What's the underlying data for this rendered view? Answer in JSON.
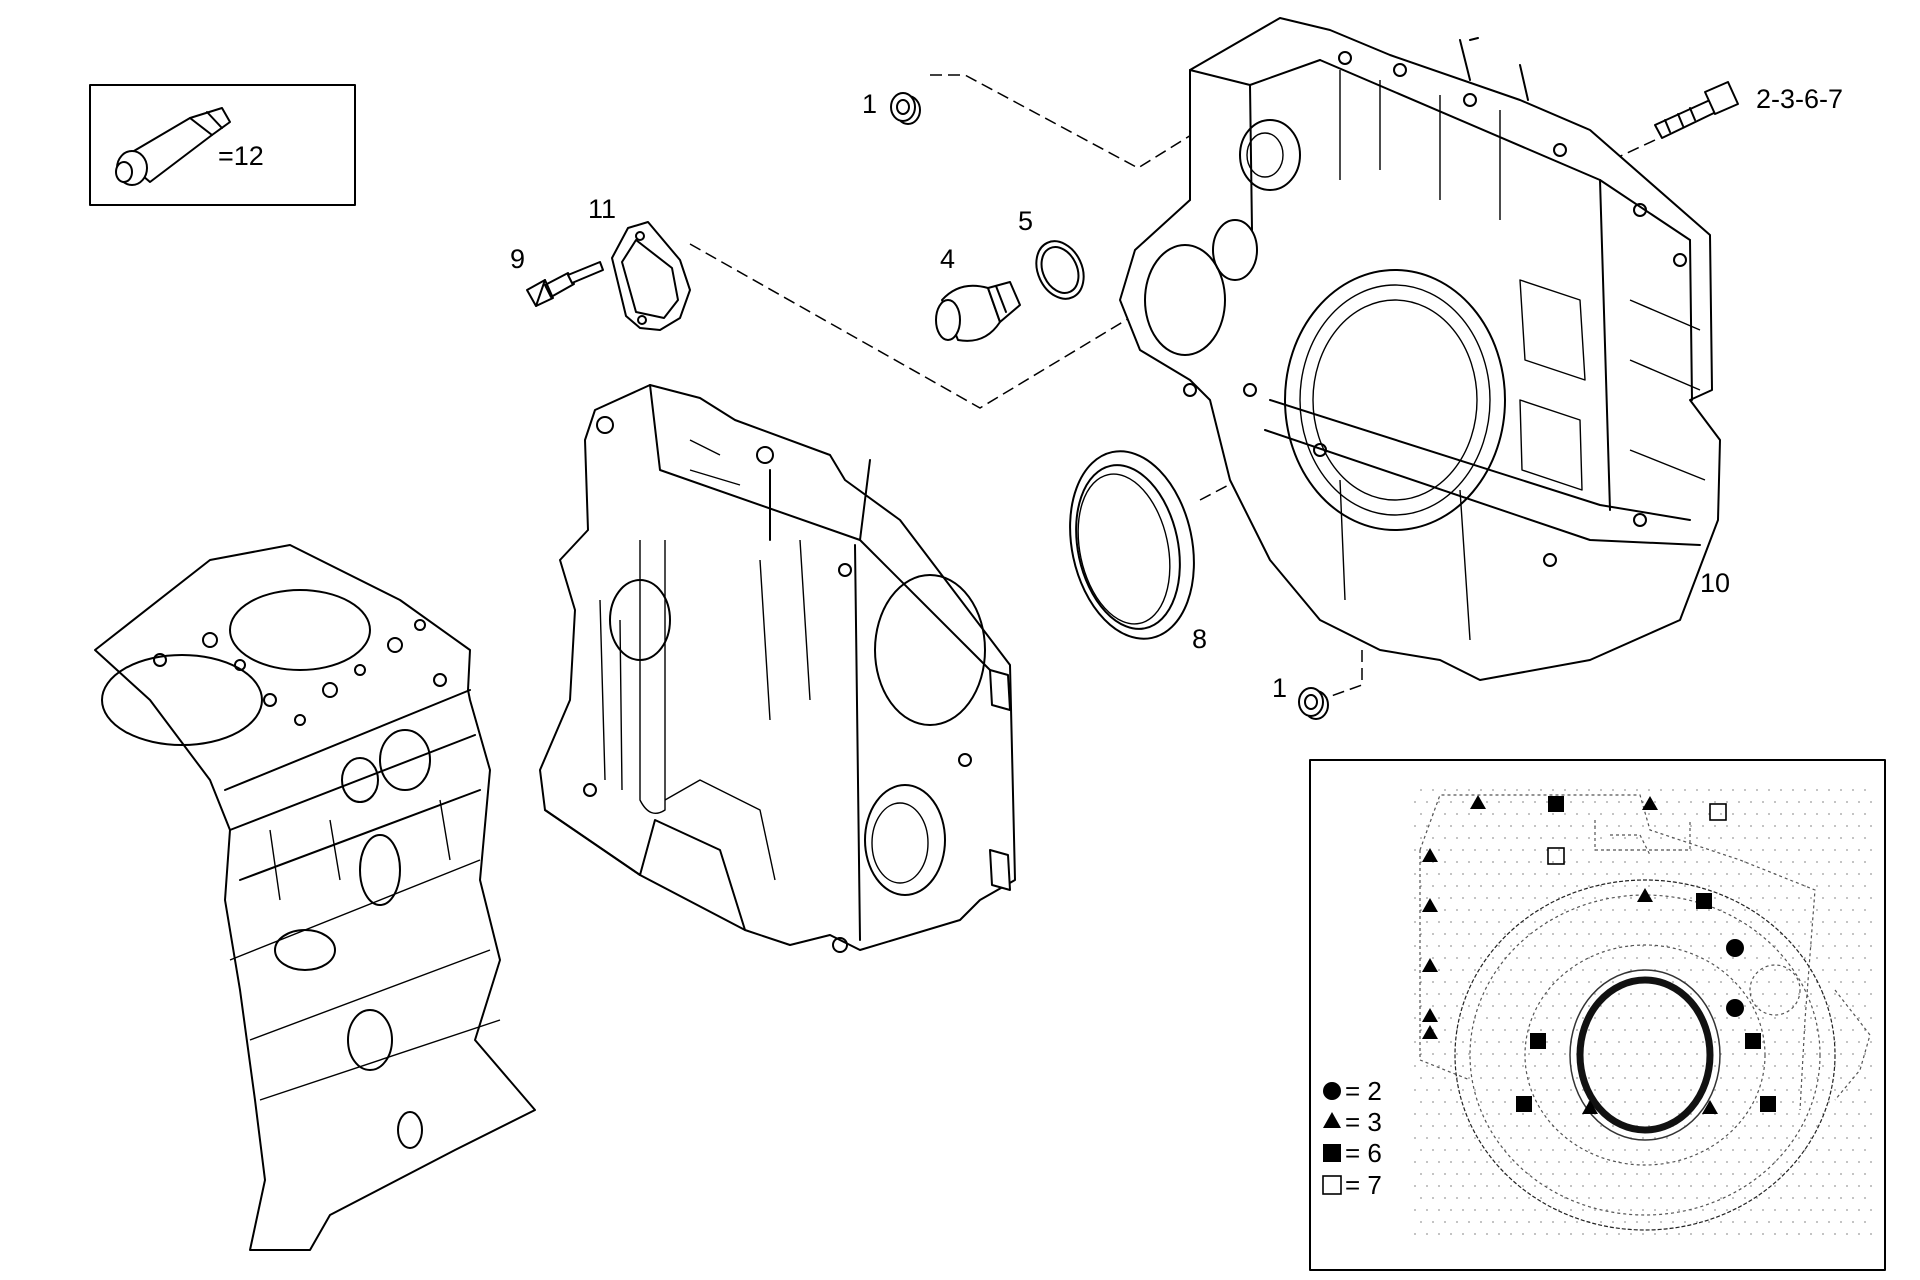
{
  "figure": {
    "callouts": [
      {
        "id": "c1a",
        "label": "1"
      },
      {
        "id": "c1b",
        "label": "1"
      },
      {
        "id": "c2367",
        "label": "2-3-6-7"
      },
      {
        "id": "c4",
        "label": "4"
      },
      {
        "id": "c5",
        "label": "5"
      },
      {
        "id": "c8",
        "label": "8"
      },
      {
        "id": "c9",
        "label": "9"
      },
      {
        "id": "c10",
        "label": "10"
      },
      {
        "id": "c11",
        "label": "11"
      }
    ],
    "sealant_box": {
      "label": "=12"
    },
    "legend": [
      {
        "symbol": "filled-circle",
        "label": "= 2"
      },
      {
        "symbol": "filled-triangle",
        "label": "= 3"
      },
      {
        "symbol": "filled-square",
        "label": "= 6"
      },
      {
        "symbol": "open-square",
        "label": "= 7"
      }
    ]
  }
}
